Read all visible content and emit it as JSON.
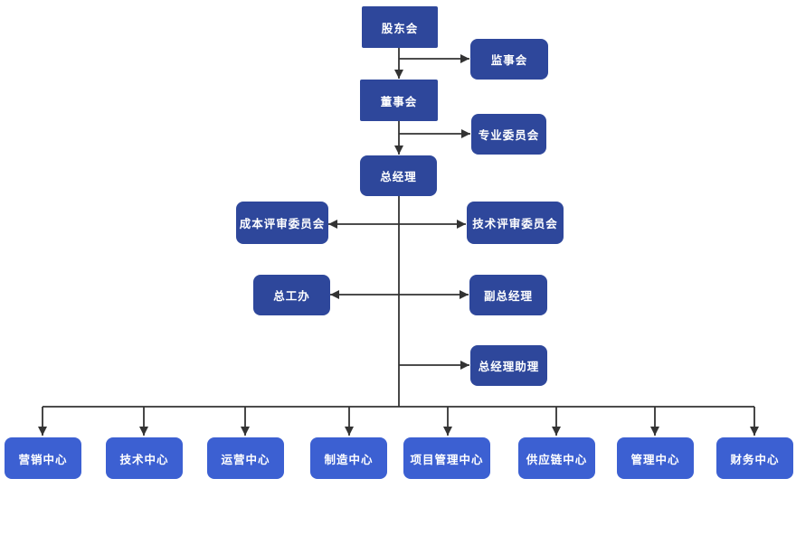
{
  "diagram": {
    "type": "org-chart",
    "description": "Company organizational structure chart"
  },
  "colors": {
    "canvas_bg": "#ffffff",
    "node_dark": "#2E479B",
    "node_mid": "#2E479B",
    "node_bright": "#3C60D2",
    "node_text": "#ffffff",
    "connector": "#333333"
  },
  "nodes": {
    "shareholders": {
      "label": "股东会"
    },
    "supervisory_board": {
      "label": "监事会"
    },
    "board_of_directors": {
      "label": "董事会"
    },
    "professional_committee": {
      "label": "专业委员会"
    },
    "general_manager": {
      "label": "总经理"
    },
    "cost_review_committee": {
      "label": "成本评审委员会"
    },
    "tech_review_committee": {
      "label": "技术评审委员会"
    },
    "chief_engineer_office": {
      "label": "总工办"
    },
    "deputy_general_manager": {
      "label": "副总经理"
    },
    "gm_assistant": {
      "label": "总经理助理"
    },
    "marketing_center": {
      "label": "营销中心"
    },
    "technology_center": {
      "label": "技术中心"
    },
    "operations_center": {
      "label": "运营中心"
    },
    "manufacturing_center": {
      "label": "制造中心"
    },
    "project_management_center": {
      "label": "项目管理中心"
    },
    "supply_chain_center": {
      "label": "供应链中心"
    },
    "management_center": {
      "label": "管理中心"
    },
    "finance_center": {
      "label": "财务中心"
    }
  }
}
